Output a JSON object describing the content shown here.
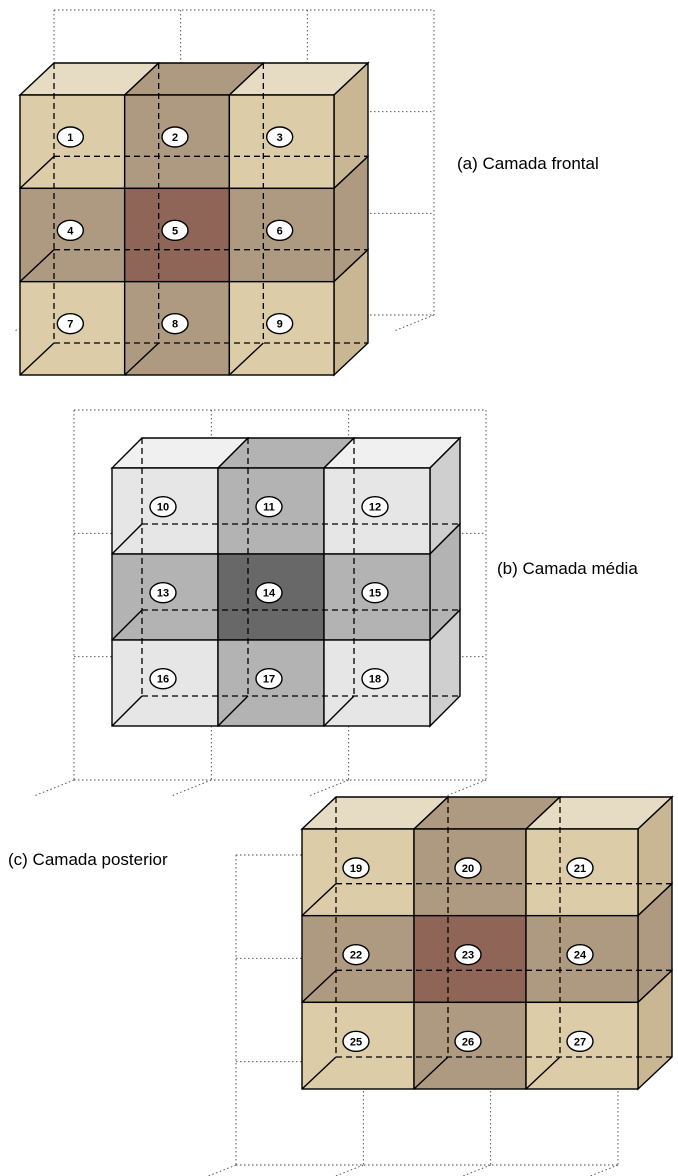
{
  "layers": [
    {
      "id": "front",
      "caption": "(a) Camada frontal",
      "colors": {
        "light": "#dccca8",
        "mid": "#ae9a80",
        "center": "#8f6558",
        "top": "#e6dcc4",
        "side": "#c8b792"
      },
      "cells": [
        "1",
        "2",
        "3",
        "4",
        "5",
        "6",
        "7",
        "8",
        "9"
      ]
    },
    {
      "id": "middle",
      "caption": "(b) Camada média",
      "colors": {
        "light": "#e6e6e6",
        "mid": "#b3b3b3",
        "center": "#686868",
        "top": "#f0f0f0",
        "side": "#cfcfcf"
      },
      "cells": [
        "10",
        "11",
        "12",
        "13",
        "14",
        "15",
        "16",
        "17",
        "18"
      ]
    },
    {
      "id": "back",
      "caption": "(c) Camada posterior",
      "colors": {
        "light": "#dccca8",
        "mid": "#ae9a80",
        "center": "#8f6558",
        "top": "#e6dcc4",
        "side": "#c8b792"
      },
      "cells": [
        "19",
        "20",
        "21",
        "22",
        "23",
        "24",
        "25",
        "26",
        "27"
      ]
    }
  ]
}
